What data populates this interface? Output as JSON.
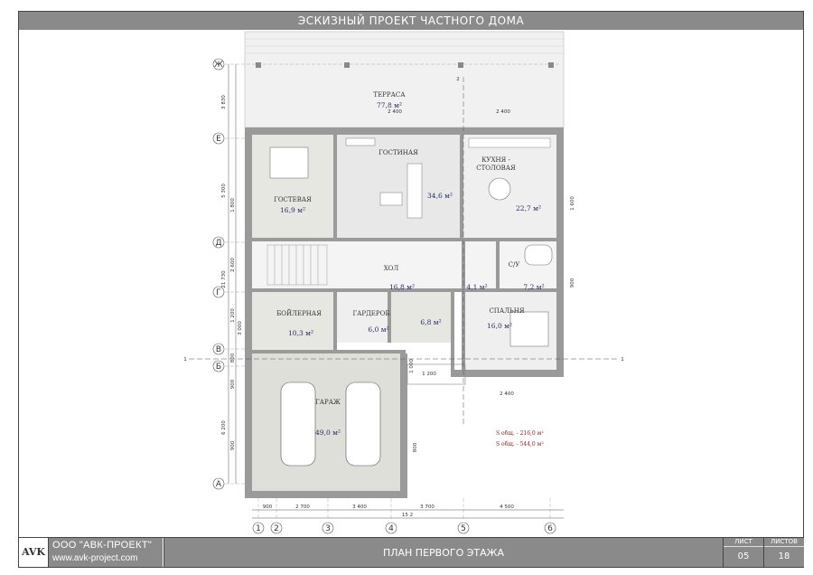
{
  "header": {
    "title": "ЭСКИЗНЫЙ ПРОЕКТ ЧАСТНОГО ДОМА"
  },
  "footer": {
    "company_name": "ООО \"АВК-ПРОЕКТ\"",
    "website": "www.avk-project.com",
    "sheet_title": "ПЛАН ПЕРВОГО ЭТАЖА",
    "sheet_label": "ЛИСТ",
    "sheet_value": "05",
    "sheets_label": "ЛИСТОВ",
    "sheets_value": "18"
  },
  "logo": {
    "text": "AVK"
  },
  "rooms": {
    "terrace": {
      "name": "ТЕРРАСА",
      "area": "77,8 м²"
    },
    "guest": {
      "name": "ГОСТЕВАЯ",
      "area": "16,9 м²"
    },
    "living": {
      "name": "ГОСТИНАЯ",
      "area": "34,6 м²"
    },
    "kitchen": {
      "name1": "КУХНЯ -",
      "name2": "СТОЛОВАЯ",
      "area": "22,7 м²"
    },
    "hall": {
      "name": "ХОЛ",
      "area": "16,8 м²"
    },
    "bath_small": {
      "area": "4,1 м²"
    },
    "bath": {
      "name": "С/У",
      "area": "7,2 м²"
    },
    "boiler": {
      "name": "БОЙЛЕРНАЯ",
      "area": "10,3 м²"
    },
    "wardrobe": {
      "name": "ГАРДЕРОБ",
      "area": "6,0 м²"
    },
    "store": {
      "area": "6,8 м²"
    },
    "bedroom": {
      "name": "СПАЛЬНЯ",
      "area": "16,0 м²"
    },
    "garage": {
      "name": "ГАРАЖ",
      "area": "49,0 м²"
    }
  },
  "areas": {
    "total_living": "S общ. - 216,0 м²",
    "total": "S общ. - 544,0 м²"
  },
  "axes": {
    "rows": [
      "Ж",
      "Е",
      "Д",
      "Г",
      "В",
      "Б",
      "А"
    ],
    "cols": [
      "1",
      "2",
      "3",
      "4",
      "5",
      "6"
    ]
  },
  "dims": {
    "bottom": [
      "900",
      "2 700",
      "3 400",
      "3 700",
      "4 500"
    ],
    "bottom_total": "15 2",
    "left": [
      "3 830",
      "5 300",
      "1 800",
      "2 600",
      "21 730",
      "1 200",
      "3 000",
      "800",
      "900",
      "6 200",
      "900"
    ],
    "inner": [
      "2 400",
      "2 400",
      "2 400",
      "1 200",
      "1 600",
      "900",
      "800",
      "1 000"
    ]
  },
  "section_marks": {
    "one": "1",
    "two": "2"
  }
}
